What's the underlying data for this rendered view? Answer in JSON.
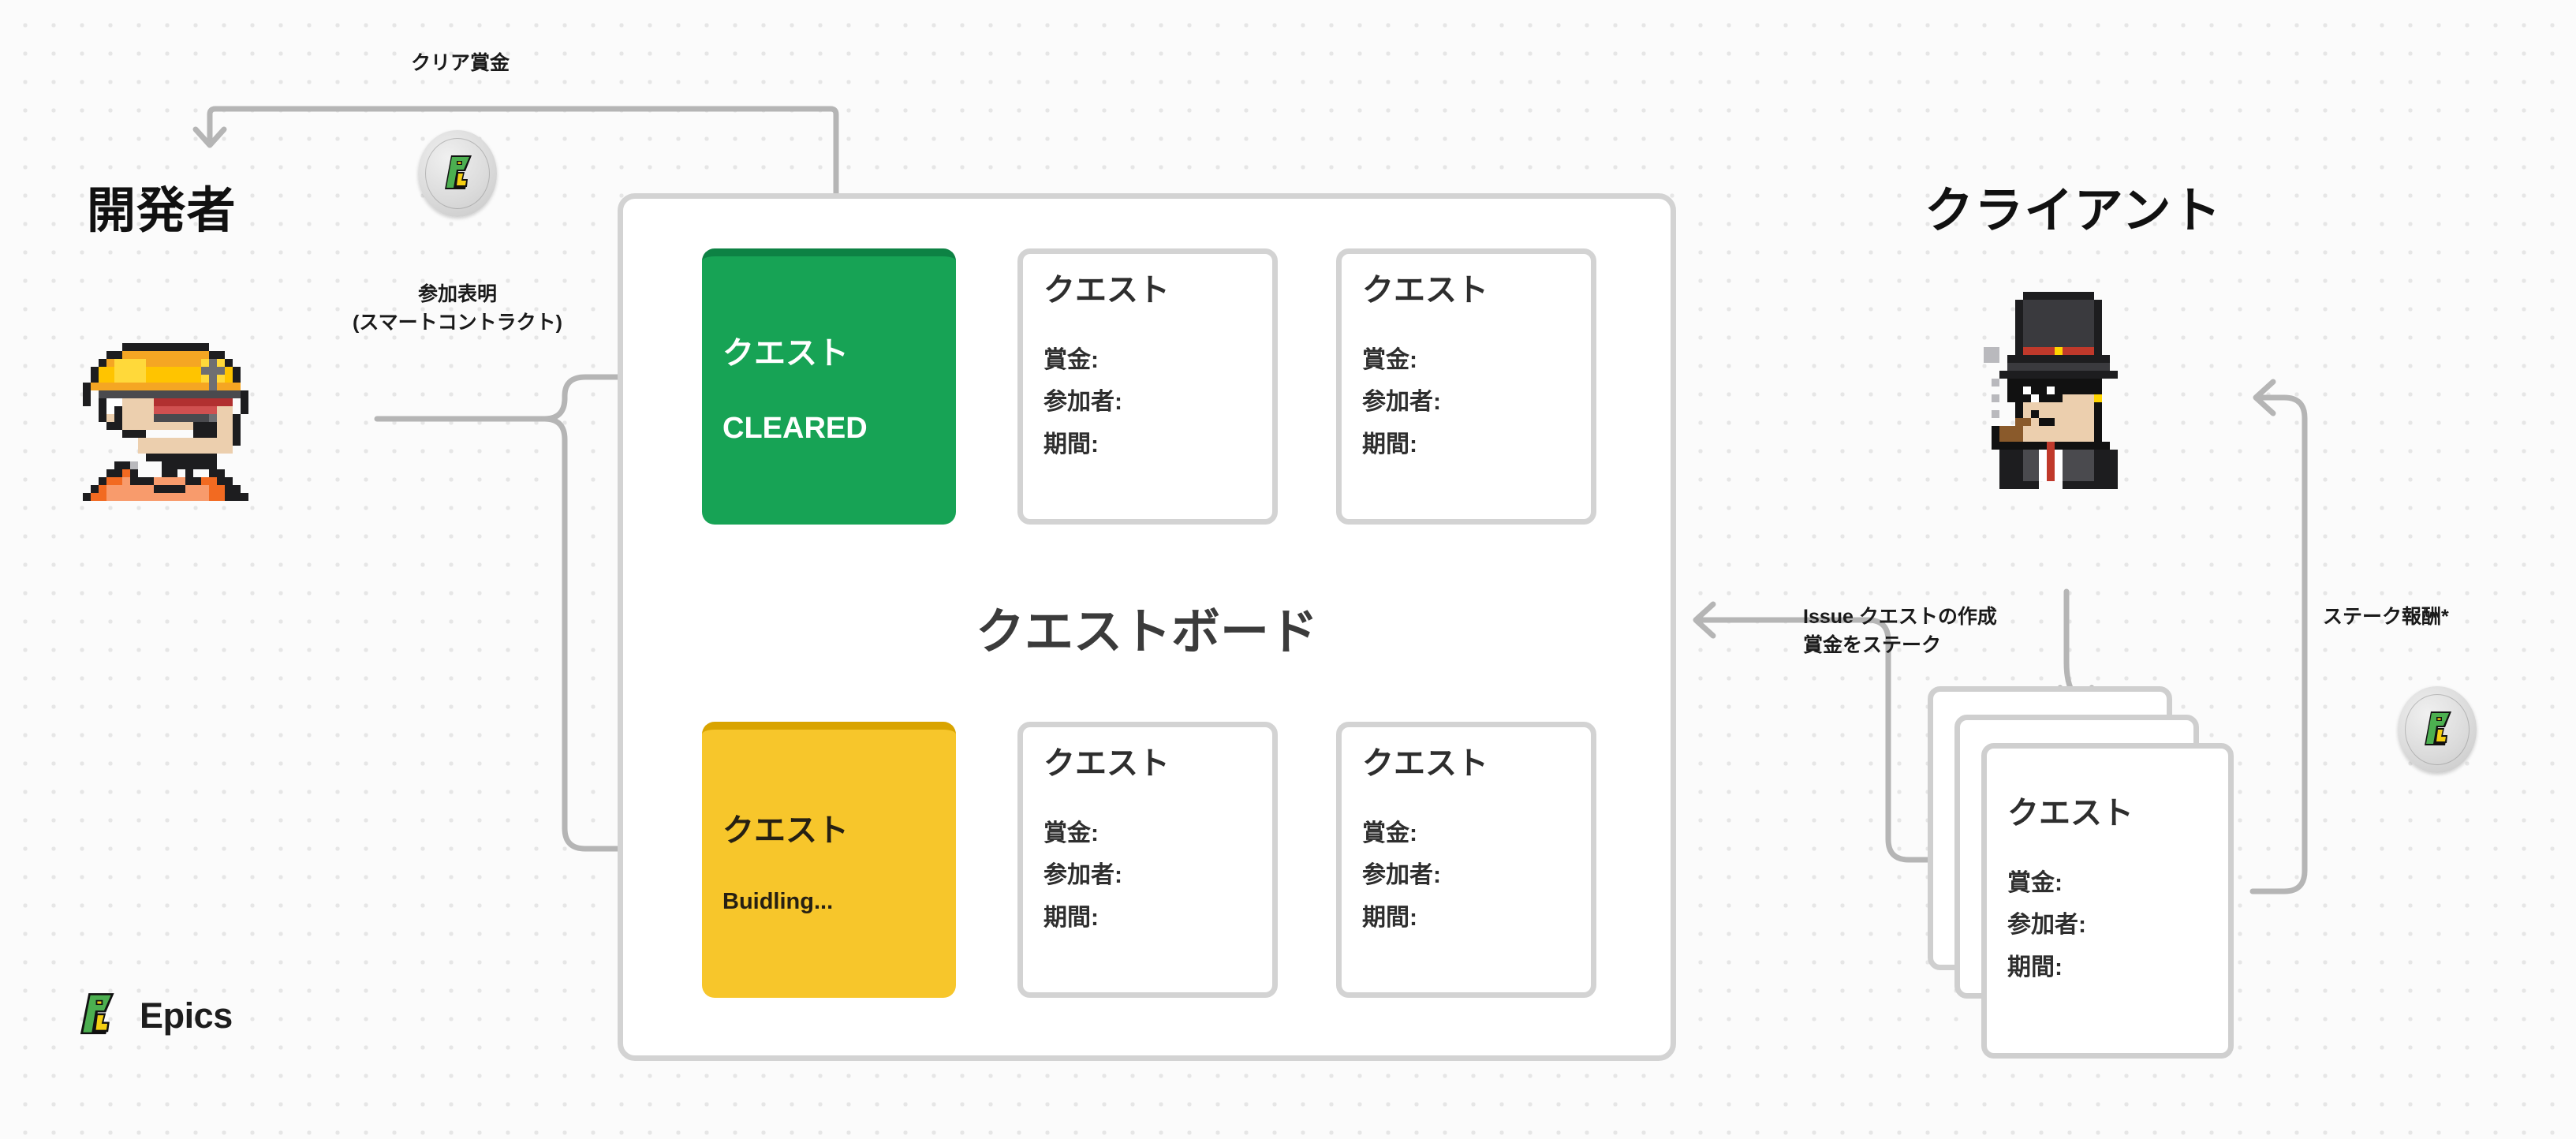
{
  "theme": {
    "background": "#fbfbfb",
    "dot_color": "#e6e6e6",
    "wire_color": "#b5b5b5",
    "panel_border": "#d3d3d3",
    "cleared_green": "#17a355",
    "building_yellow": "#f7c62b",
    "text_dark": "#1a1a1a",
    "board_title_color": "#3b3b3b"
  },
  "actors": {
    "developer": {
      "title": "開発者",
      "avatar_icon": "developer-hardhat-pixel-avatar"
    },
    "client": {
      "title": "クライアント",
      "avatar_icon": "client-tophat-pixel-avatar"
    }
  },
  "brand": {
    "name": "Epics",
    "logo_icon": "epics-logo-icon"
  },
  "board": {
    "title": "クエストボード",
    "cards": [
      {
        "title": "クエスト",
        "status": "CLEARED",
        "state": "cleared"
      },
      {
        "title": "クエスト",
        "fields": [
          "賞金:",
          "参加者:",
          "期間:"
        ],
        "state": "open"
      },
      {
        "title": "クエスト",
        "fields": [
          "賞金:",
          "参加者:",
          "期間:"
        ],
        "state": "open"
      },
      {
        "title": "クエスト",
        "status": "Buidling...",
        "state": "building"
      },
      {
        "title": "クエスト",
        "fields": [
          "賞金:",
          "参加者:",
          "期間:"
        ],
        "state": "open"
      },
      {
        "title": "クエスト",
        "fields": [
          "賞金:",
          "参加者:",
          "期間:"
        ],
        "state": "open"
      }
    ]
  },
  "client_stack": {
    "title": "クエスト",
    "fields": [
      "賞金:",
      "参加者:",
      "期間:"
    ],
    "count": 3
  },
  "flow_labels": {
    "clear_reward": "クリア賞金",
    "join_line1": "参加表明",
    "join_line2": "(スマートコントラクト)",
    "issue_line1": "Issue クエストの作成",
    "issue_line2": "賞金をステーク",
    "stake_reward": "ステーク報酬*"
  },
  "tokens": {
    "developer_reward_coin": "epics-token-coin",
    "stake_reward_coin": "epics-token-coin"
  }
}
